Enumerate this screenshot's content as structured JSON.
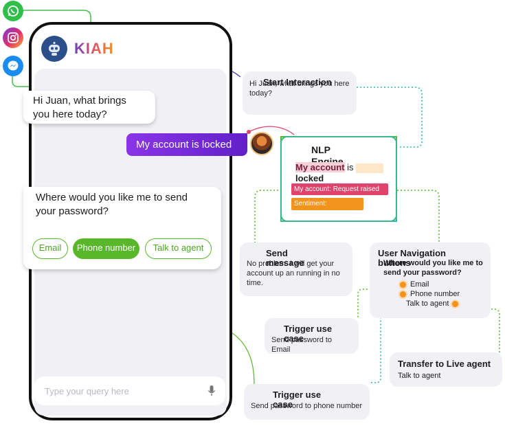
{
  "app": {
    "brand": "KIAH"
  },
  "social": [
    "whatsapp-icon",
    "instagram-icon",
    "messenger-icon"
  ],
  "chat": {
    "greeting": "Hi Juan, what brings you here today?",
    "user_message": "My account is locked",
    "question": "Where would you like me to send your password?",
    "options": [
      "Email",
      "Phone number",
      "Talk to agent"
    ],
    "input_placeholder": "Type your query here"
  },
  "nlp": {
    "title": "NLP Engine",
    "text_highlight": "My account",
    "text_is": "is",
    "text_locked": "locked",
    "tag_request": "My account: Request raised",
    "tag_sentiment": "Sentiment:"
  },
  "cards": {
    "start": {
      "title": "Start Interaction",
      "body": "Hi Juan, what brings you here today?"
    },
    "send_message": {
      "title": "Send message",
      "body": "No problem. I will get your account up an running  in no time."
    },
    "user_nav": {
      "title": "User Navigation buttons",
      "question": "Where would you like me to send your password?",
      "options": [
        "Email",
        "Phone number",
        "Talk to agent"
      ]
    },
    "trigger_email": {
      "title": "Trigger use case",
      "body": "Send password to Email"
    },
    "trigger_phone": {
      "title": "Trigger use case",
      "body": "Send password to phone number"
    },
    "transfer": {
      "title": "Transfer to Live agent",
      "body": "Talk to agent"
    }
  },
  "colors": {
    "accent_green": "#58b82a",
    "purple": "#6d2fd6",
    "orange": "#f2931e",
    "pink": "#e0436c",
    "teal": "#2fb9a6"
  }
}
